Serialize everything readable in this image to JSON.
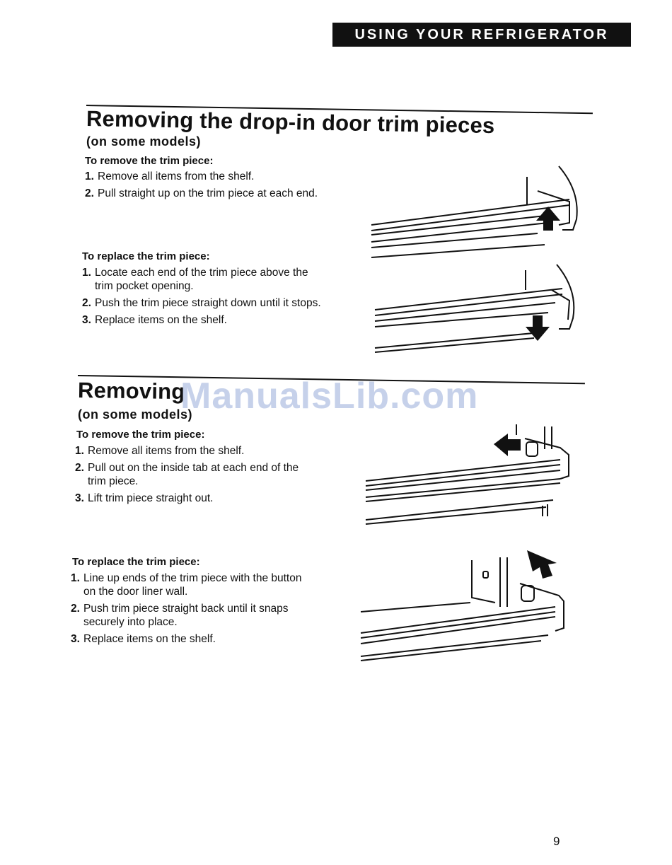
{
  "header": {
    "banner": "USING YOUR REFRIGERATOR"
  },
  "section1": {
    "title": "Removing the drop-in door trim pieces",
    "subtitle": "(on some models)",
    "remove_label": "To remove the trim piece:",
    "remove_steps": [
      {
        "num": "1.",
        "text": "Remove all items from the shelf."
      },
      {
        "num": "2.",
        "text": "Pull straight up on the trim piece at each end."
      }
    ],
    "replace_label": "To replace the trim piece:",
    "replace_steps": [
      {
        "num": "1.",
        "text": "Locate each end of the trim piece above the trim pocket opening."
      },
      {
        "num": "2.",
        "text": "Push the trim piece straight down until it stops."
      },
      {
        "num": "3.",
        "text": "Replace items on the shelf."
      }
    ]
  },
  "section2": {
    "title": "Removing",
    "subtitle": "(on some models)",
    "remove_label": "To remove the trim piece:",
    "remove_steps": [
      {
        "num": "1.",
        "text": "Remove all items from the shelf."
      },
      {
        "num": "2.",
        "text": "Pull out on the inside tab at each end of the trim piece."
      },
      {
        "num": "3.",
        "text": "Lift trim piece straight out."
      }
    ],
    "replace_label": "To replace the trim piece:",
    "replace_steps": [
      {
        "num": "1.",
        "text": "Line up ends of the trim piece with the button on the door liner wall."
      },
      {
        "num": "2.",
        "text": "Push trim piece straight back until it snaps securely into place."
      },
      {
        "num": "3.",
        "text": "Replace items on the shelf."
      }
    ]
  },
  "watermark": "ManualsLib.com",
  "page_number": "9"
}
